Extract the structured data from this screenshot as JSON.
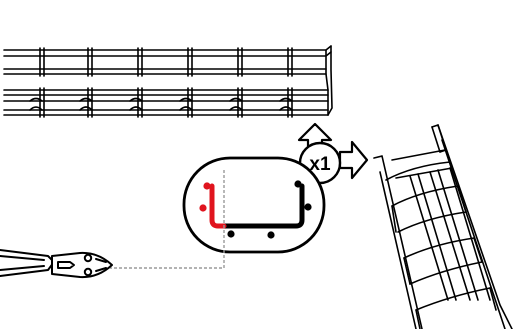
{
  "diagram": {
    "multiplier_label": "x1",
    "colors": {
      "line": "#000000",
      "highlight": "#e0141e",
      "leader": "#9a9a9a",
      "background": "#ffffff"
    },
    "icons": [
      "cable-tray-top",
      "cable-tray-diagonal",
      "cut-diagram",
      "bolt-cutter-icon",
      "arrow-up-icon",
      "arrow-right-icon"
    ]
  }
}
